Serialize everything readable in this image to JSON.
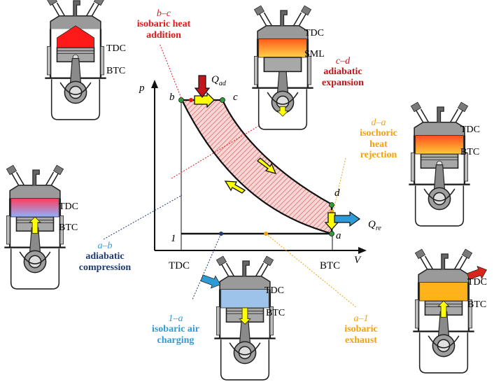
{
  "colors": {
    "red": "#e4181c",
    "dark_red": "#c3151a",
    "orange": "#f4a10a",
    "dark_blue": "#1f3a6e",
    "light_blue": "#2f9bd6",
    "yellow": "#ffff00",
    "hatch": "#e06a6a",
    "point_green": "#2d9e36"
  },
  "axes": {
    "y_label": "p",
    "x_label": "V",
    "tdc": "TDC",
    "btc": "BTC"
  },
  "points": {
    "b": "b",
    "c": "c",
    "d": "d",
    "a": "a",
    "one": "1"
  },
  "heat": {
    "q_ad": "Q",
    "q_ad_sub": "ad",
    "q_re": "Q",
    "q_re_sub": "re"
  },
  "processes": {
    "bc": {
      "id": "b–c",
      "line1": "isobaric heat",
      "line2": "addition"
    },
    "cd": {
      "id": "c–d",
      "line1": "adiabatic",
      "line2": "expansion"
    },
    "da": {
      "id": "d–a",
      "line1": "isochoric",
      "line2": "heat",
      "line3": "rejection"
    },
    "ab": {
      "id": "a–b",
      "line1": "adiabatic",
      "line2": "compression"
    },
    "1a": {
      "id": "1–a",
      "line1": "isobaric air",
      "line2": "charging"
    },
    "a1": {
      "id": "a–1",
      "line1": "isobaric",
      "line2": "exhaust"
    }
  },
  "engine_labels": {
    "tdc": "TDC",
    "btc": "BTC",
    "sml": "SML"
  }
}
